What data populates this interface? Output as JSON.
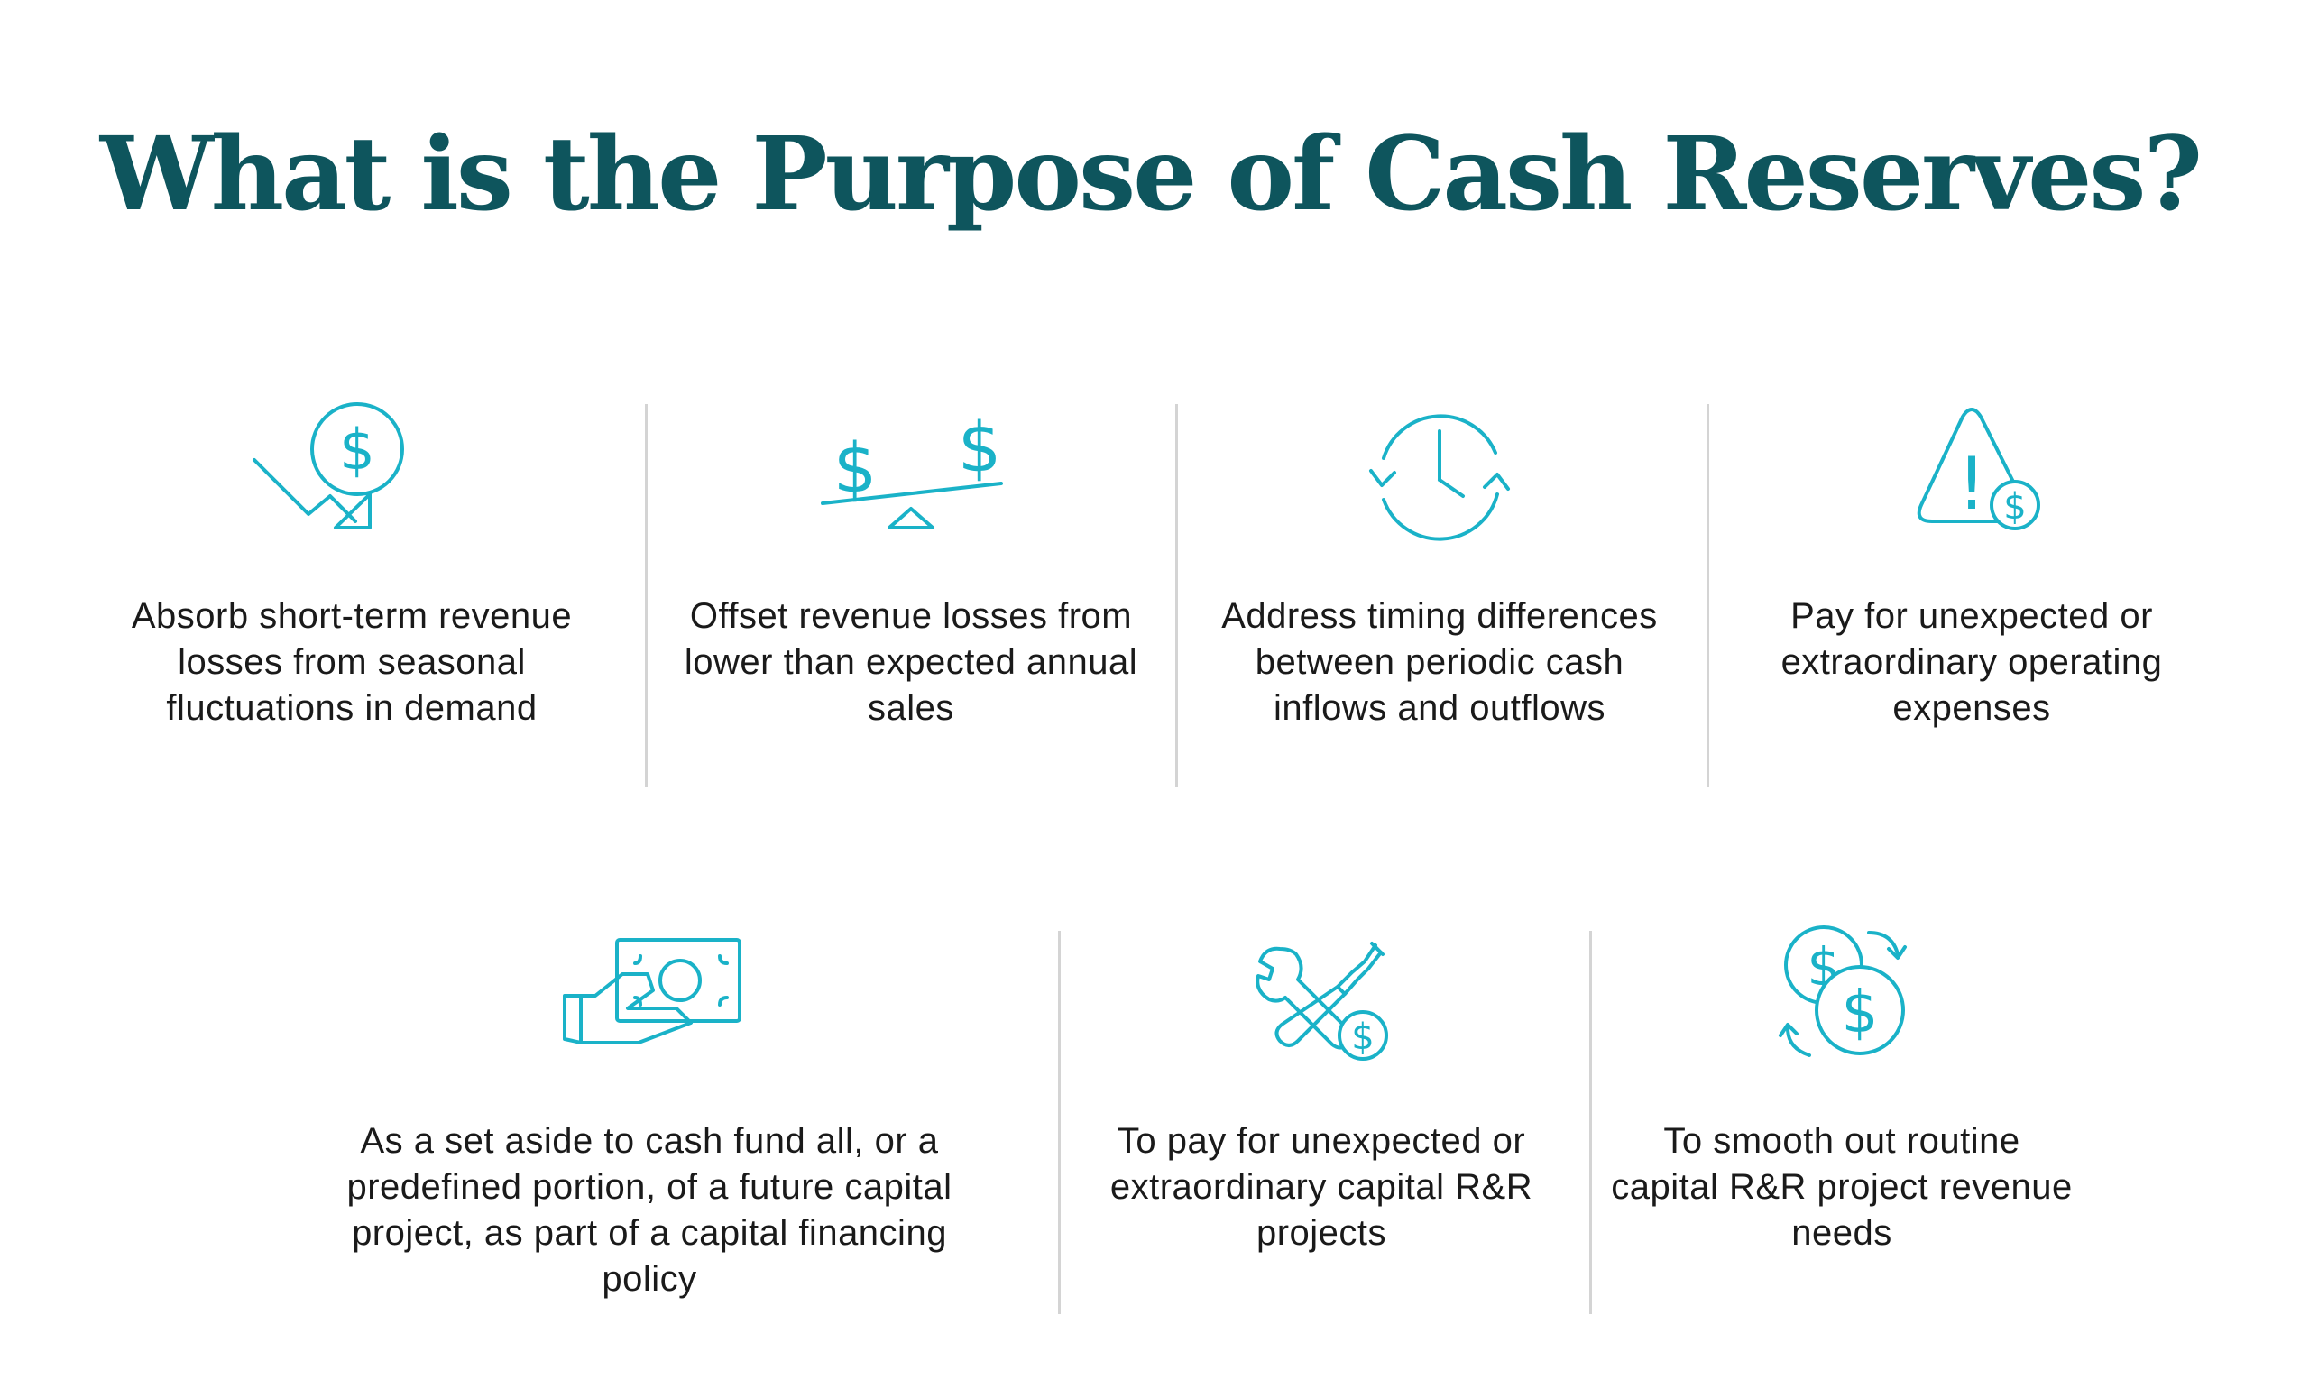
{
  "title": "What is the Purpose of Cash Reserves?",
  "colors": {
    "title": "#0e555d",
    "icon": "#1ab2c8",
    "text": "#1a1a1a",
    "divider": "#d4d4d4"
  },
  "items": [
    {
      "icon": "dollar-down-arrow-icon",
      "text": "Absorb short-term revenue losses from seasonal fluctuations in demand"
    },
    {
      "icon": "dollar-balance-scale-icon",
      "text": "Offset revenue losses from lower than expected annual sales"
    },
    {
      "icon": "clock-cycle-icon",
      "text": "Address timing differences between periodic cash inflows and outflows"
    },
    {
      "icon": "warning-dollar-icon",
      "text": "Pay for unexpected or extraordinary operating expenses"
    },
    {
      "icon": "hand-cash-icon",
      "text": "As a set aside to cash fund all, or a predefined portion, of a future capital project, as part of a capital financing policy"
    },
    {
      "icon": "wrench-screwdriver-dollar-icon",
      "text": "To pay for unexpected or extraordinary capital R&R projects"
    },
    {
      "icon": "coins-cycle-icon",
      "text": "To smooth out routine capital R&R project revenue needs"
    }
  ],
  "icon_glyphs": {
    "dollar": "$",
    "exclamation": "!"
  }
}
